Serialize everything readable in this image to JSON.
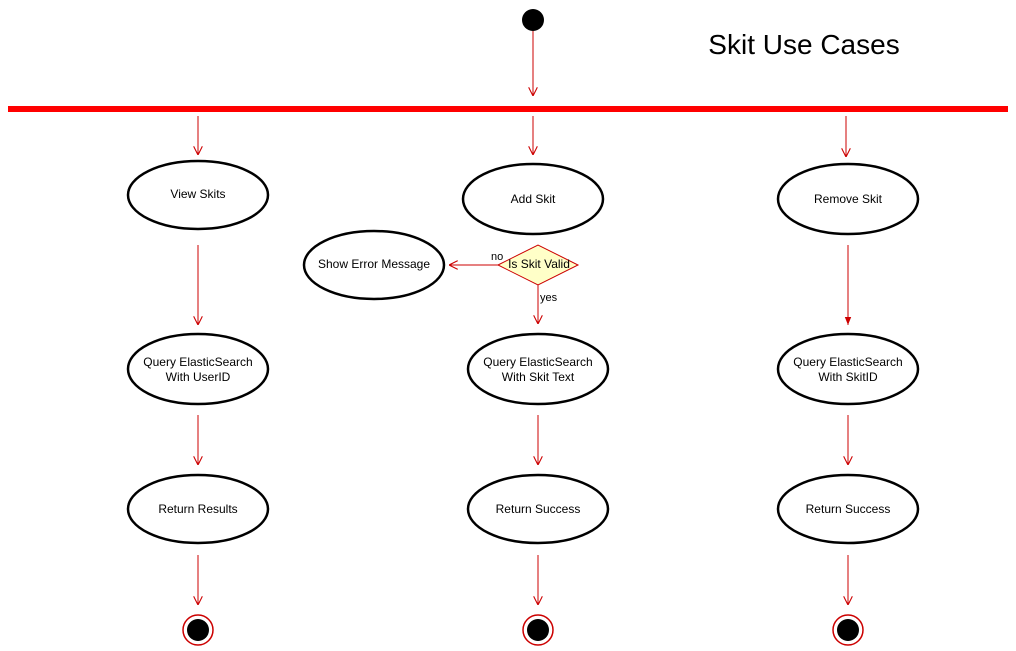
{
  "title": "Skit Use Cases",
  "colors": {
    "edge": "#cc0000",
    "fork_bar": "#ff0000",
    "node_border": "#000000",
    "decision_fill": "#ffffc8"
  },
  "nodes": {
    "view_skits": "View Skits",
    "query_userid": [
      "Query ElasticSearch",
      "With UserID"
    ],
    "return_results": "Return Results",
    "add_skit": "Add Skit",
    "is_skit_valid": "Is Skit Valid",
    "show_error": "Show Error Message",
    "query_skit_text": [
      "Query ElasticSearch",
      "With Skit Text"
    ],
    "return_success_add": "Return Success",
    "remove_skit": "Remove Skit",
    "query_skitid": [
      "Query ElasticSearch",
      "With SkitID"
    ],
    "return_success_remove": "Return Success"
  },
  "edge_labels": {
    "no": "no",
    "yes": "yes"
  }
}
